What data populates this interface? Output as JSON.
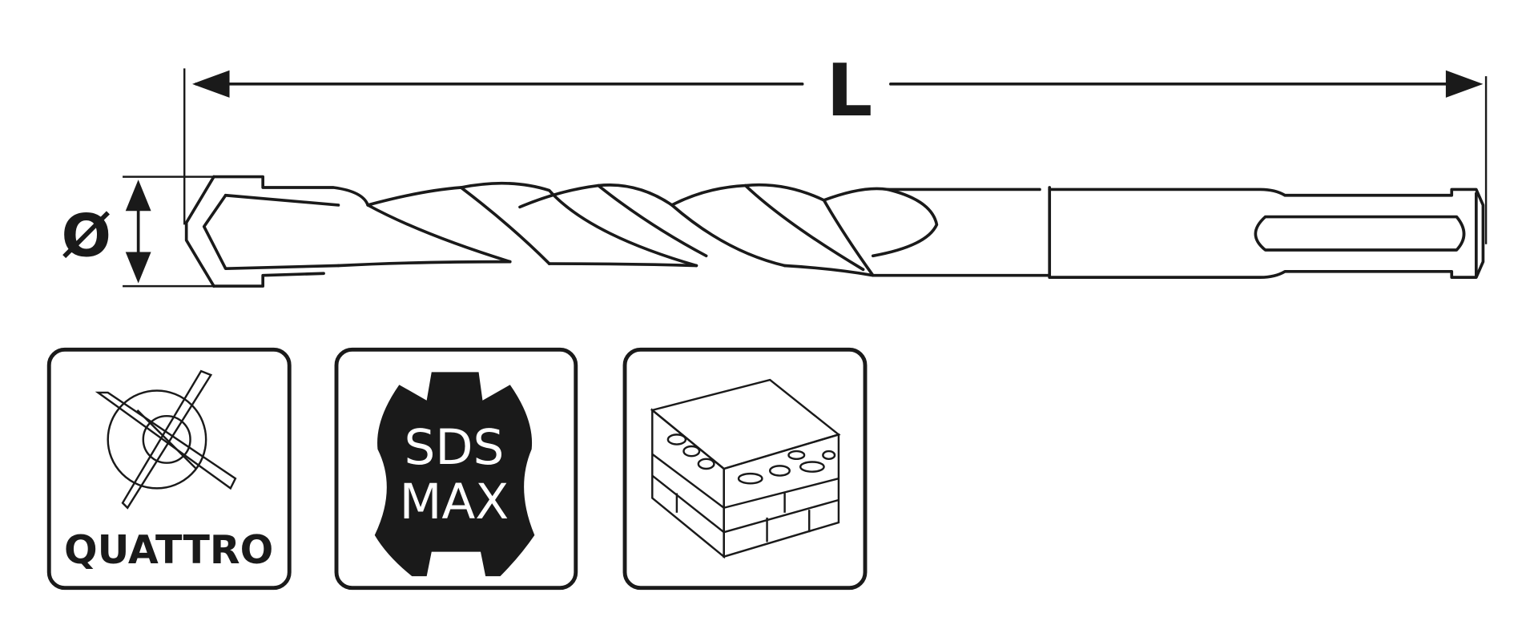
{
  "dimensions": {
    "length_label": "L",
    "diameter_label": "Ø"
  },
  "badges": [
    {
      "name": "quattro",
      "label": "QUATTRO"
    },
    {
      "name": "sds-max",
      "line1": "SDS",
      "line2": "MAX"
    },
    {
      "name": "masonry-material",
      "label": ""
    }
  ],
  "colors": {
    "ink": "#1a1a1a",
    "background": "#ffffff"
  }
}
